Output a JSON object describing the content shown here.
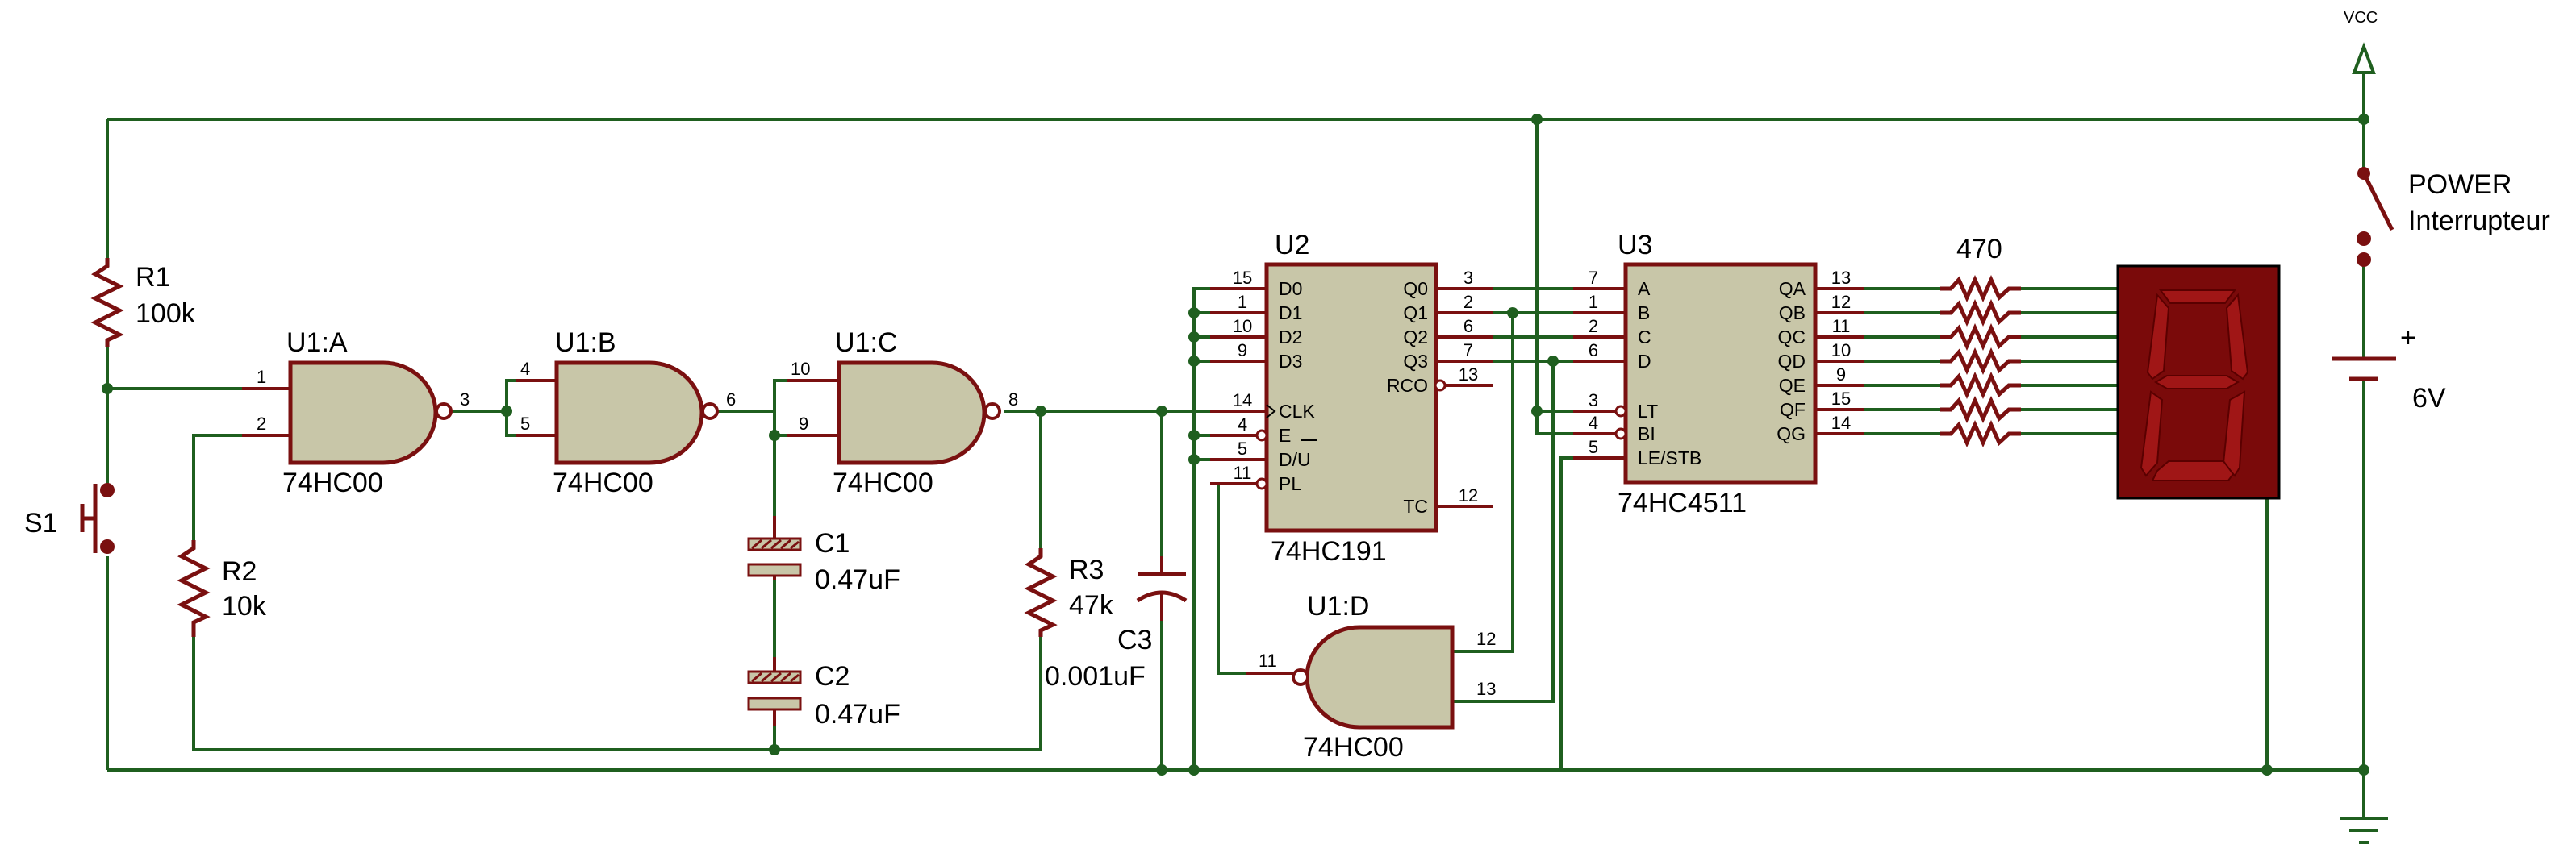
{
  "power": {
    "vcc_label": "VCC",
    "switch_name": "POWER",
    "switch_desc": "Interrupteur",
    "battery_voltage": "6V",
    "battery_plus": "+"
  },
  "resistors": {
    "r1": {
      "name": "R1",
      "value": "100k"
    },
    "r2": {
      "name": "R2",
      "value": "10k"
    },
    "r3": {
      "name": "R3",
      "value": "47k"
    },
    "r_bank": {
      "value": "470"
    }
  },
  "capacitors": {
    "c1": {
      "name": "C1",
      "value": "0.47uF"
    },
    "c2": {
      "name": "C2",
      "value": "0.47uF"
    },
    "c3": {
      "name": "C3",
      "value": "0.001uF"
    }
  },
  "switch_s1": {
    "name": "S1"
  },
  "gates": {
    "a": {
      "name": "U1:A",
      "part": "74HC00",
      "in1": "1",
      "in2": "2",
      "out": "3"
    },
    "b": {
      "name": "U1:B",
      "part": "74HC00",
      "in1": "4",
      "in2": "5",
      "out": "6"
    },
    "c": {
      "name": "U1:C",
      "part": "74HC00",
      "in1": "10",
      "in2": "9",
      "out": "8"
    },
    "d": {
      "name": "U1:D",
      "part": "74HC00",
      "in1": "12",
      "in2": "13",
      "out": "11"
    }
  },
  "u2": {
    "name": "U2",
    "part": "74HC191",
    "left_pins": [
      {
        "num": "15",
        "label": "D0"
      },
      {
        "num": "1",
        "label": "D1"
      },
      {
        "num": "10",
        "label": "D2"
      },
      {
        "num": "9",
        "label": "D3"
      },
      {
        "num": "14",
        "label": "CLK"
      },
      {
        "num": "4",
        "label": "E"
      },
      {
        "num": "5",
        "label": "D/U"
      },
      {
        "num": "11",
        "label": "PL"
      }
    ],
    "right_pins": [
      {
        "num": "3",
        "label": "Q0"
      },
      {
        "num": "2",
        "label": "Q1"
      },
      {
        "num": "6",
        "label": "Q2"
      },
      {
        "num": "7",
        "label": "Q3"
      },
      {
        "num": "13",
        "label": "RCO"
      },
      {
        "num": "12",
        "label": "TC"
      }
    ]
  },
  "u3": {
    "name": "U3",
    "part": "74HC4511",
    "left_pins": [
      {
        "num": "7",
        "label": "A"
      },
      {
        "num": "1",
        "label": "B"
      },
      {
        "num": "2",
        "label": "C"
      },
      {
        "num": "6",
        "label": "D"
      },
      {
        "num": "3",
        "label": "LT"
      },
      {
        "num": "4",
        "label": "BI"
      },
      {
        "num": "5",
        "label": "LE/STB"
      }
    ],
    "right_pins": [
      {
        "num": "13",
        "label": "QA"
      },
      {
        "num": "12",
        "label": "QB"
      },
      {
        "num": "11",
        "label": "QC"
      },
      {
        "num": "10",
        "label": "QD"
      },
      {
        "num": "9",
        "label": "QE"
      },
      {
        "num": "15",
        "label": "QF"
      },
      {
        "num": "14",
        "label": "QG"
      }
    ]
  },
  "colors": {
    "wire": "#1f5f1f",
    "component": "#7a1010",
    "body_fill": "#c8c6a8",
    "display_bg": "#7a0a0a",
    "segment": "#a01616"
  }
}
